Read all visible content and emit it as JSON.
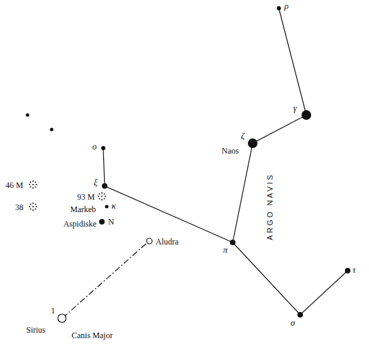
{
  "diagram": {
    "labels": [
      "ρ",
      "γ",
      "ζ",
      "Naos",
      "ARGO NAVIS",
      "π",
      "σ",
      "τ",
      "o",
      "ξ",
      "93 M",
      "κ",
      "Markeb",
      "N",
      "Aspidiske",
      "46 M",
      "38",
      "Aludra",
      "Canis Major",
      "Sirius",
      "1"
    ]
  }
}
